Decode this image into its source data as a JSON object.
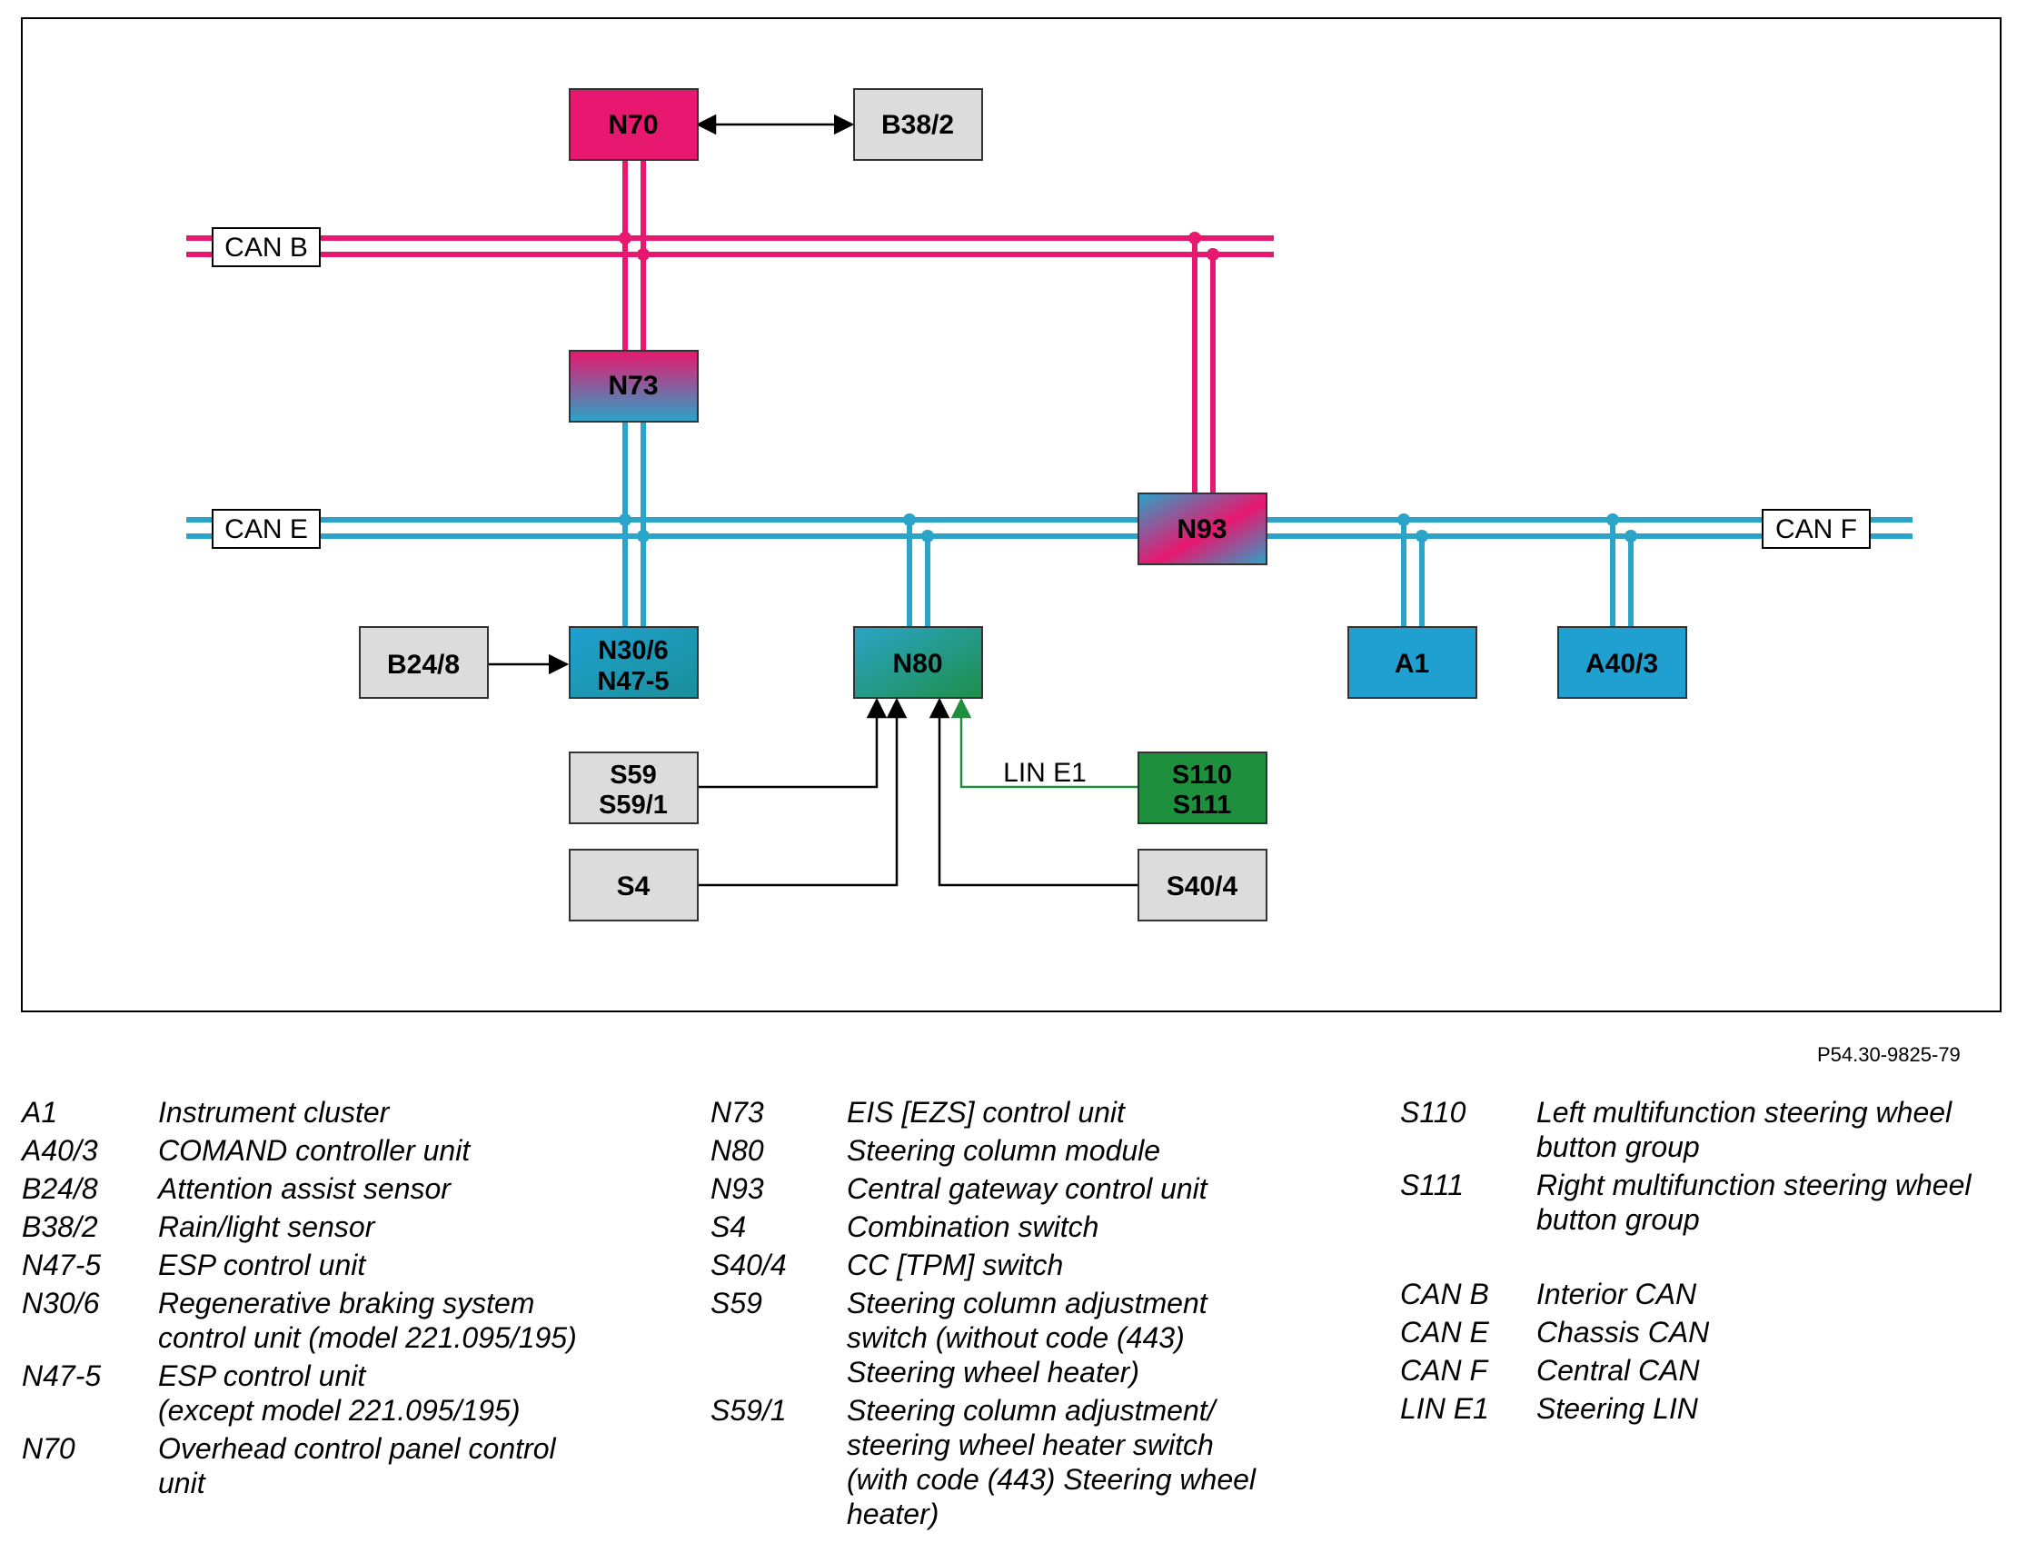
{
  "diagram": {
    "bus_labels": {
      "can_b": "CAN B",
      "can_e": "CAN E",
      "can_f": "CAN F",
      "lin_e1": "LIN E1"
    },
    "nodes": {
      "n70": "N70",
      "b38_2": "B38/2",
      "n73": "N73",
      "n93": "N93",
      "n30_6": "N30/6",
      "n47_5": "N47-5",
      "b24_8": "B24/8",
      "n80": "N80",
      "a1": "A1",
      "a40_3": "A40/3",
      "s59": "S59",
      "s59_1": "S59/1",
      "s110": "S110",
      "s111": "S111",
      "s4": "S4",
      "s40_4": "S40/4"
    },
    "colors": {
      "can_b": "#e8176f",
      "can_e": "#2aa4c8",
      "lin": "#1e8f3c",
      "grey_box": "#dcdcdc"
    }
  },
  "reference": "P54.30-9825-79",
  "legend": {
    "col1": [
      {
        "code": "A1",
        "desc": "Instrument cluster"
      },
      {
        "code": "A40/3",
        "desc": "COMAND controller unit"
      },
      {
        "code": "B24/8",
        "desc": "Attention assist sensor"
      },
      {
        "code": "B38/2",
        "desc": "Rain/light sensor"
      },
      {
        "code": "N47-5",
        "desc": "ESP control unit"
      },
      {
        "code": "N30/6",
        "desc": "Regenerative braking system\ncontrol unit (model 221.095/195)"
      },
      {
        "code": "N47-5",
        "desc": "ESP control unit\n(except model 221.095/195)"
      },
      {
        "code": "N70",
        "desc": "Overhead control panel control\nunit"
      }
    ],
    "col2": [
      {
        "code": "N73",
        "desc": "EIS [EZS] control unit"
      },
      {
        "code": "N80",
        "desc": "Steering column module"
      },
      {
        "code": "N93",
        "desc": "Central gateway control unit"
      },
      {
        "code": "S4",
        "desc": "Combination switch"
      },
      {
        "code": "S40/4",
        "desc": "CC [TPM] switch"
      },
      {
        "code": "S59",
        "desc": "Steering column adjustment\nswitch (without code (443)\nSteering wheel heater)"
      },
      {
        "code": "S59/1",
        "desc": "Steering column adjustment/\nsteering wheel heater switch\n(with code (443) Steering wheel\nheater)"
      }
    ],
    "col3": [
      {
        "code": "S110",
        "desc": "Left multifunction steering wheel\nbutton group"
      },
      {
        "code": "S111",
        "desc": "Right multifunction steering wheel\nbutton group"
      },
      {
        "code": "CAN B",
        "desc": "Interior CAN"
      },
      {
        "code": "CAN E",
        "desc": "Chassis CAN"
      },
      {
        "code": "CAN F",
        "desc": "Central CAN"
      },
      {
        "code": "LIN E1",
        "desc": "Steering LIN"
      }
    ]
  }
}
